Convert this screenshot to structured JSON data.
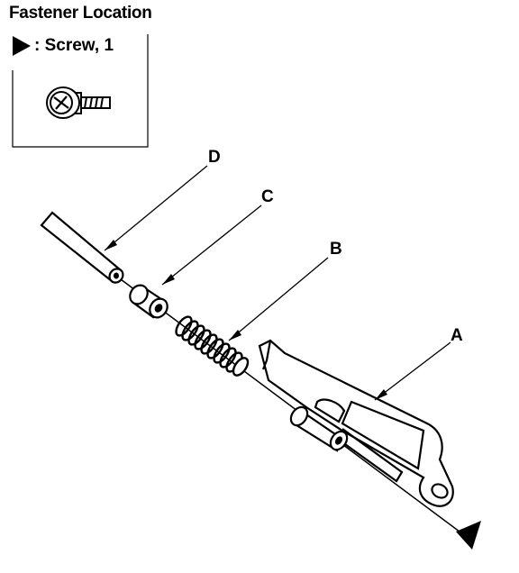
{
  "header": {
    "title": "Fastener Location"
  },
  "legend": {
    "label": ": Screw, 1",
    "marker_icon": "triangle-marker-icon",
    "screw_icon": "screw-icon"
  },
  "callouts": {
    "a": "A",
    "b": "B",
    "c": "C",
    "d": "D"
  },
  "colors": {
    "ink": "#000000",
    "paper": "#ffffff"
  }
}
